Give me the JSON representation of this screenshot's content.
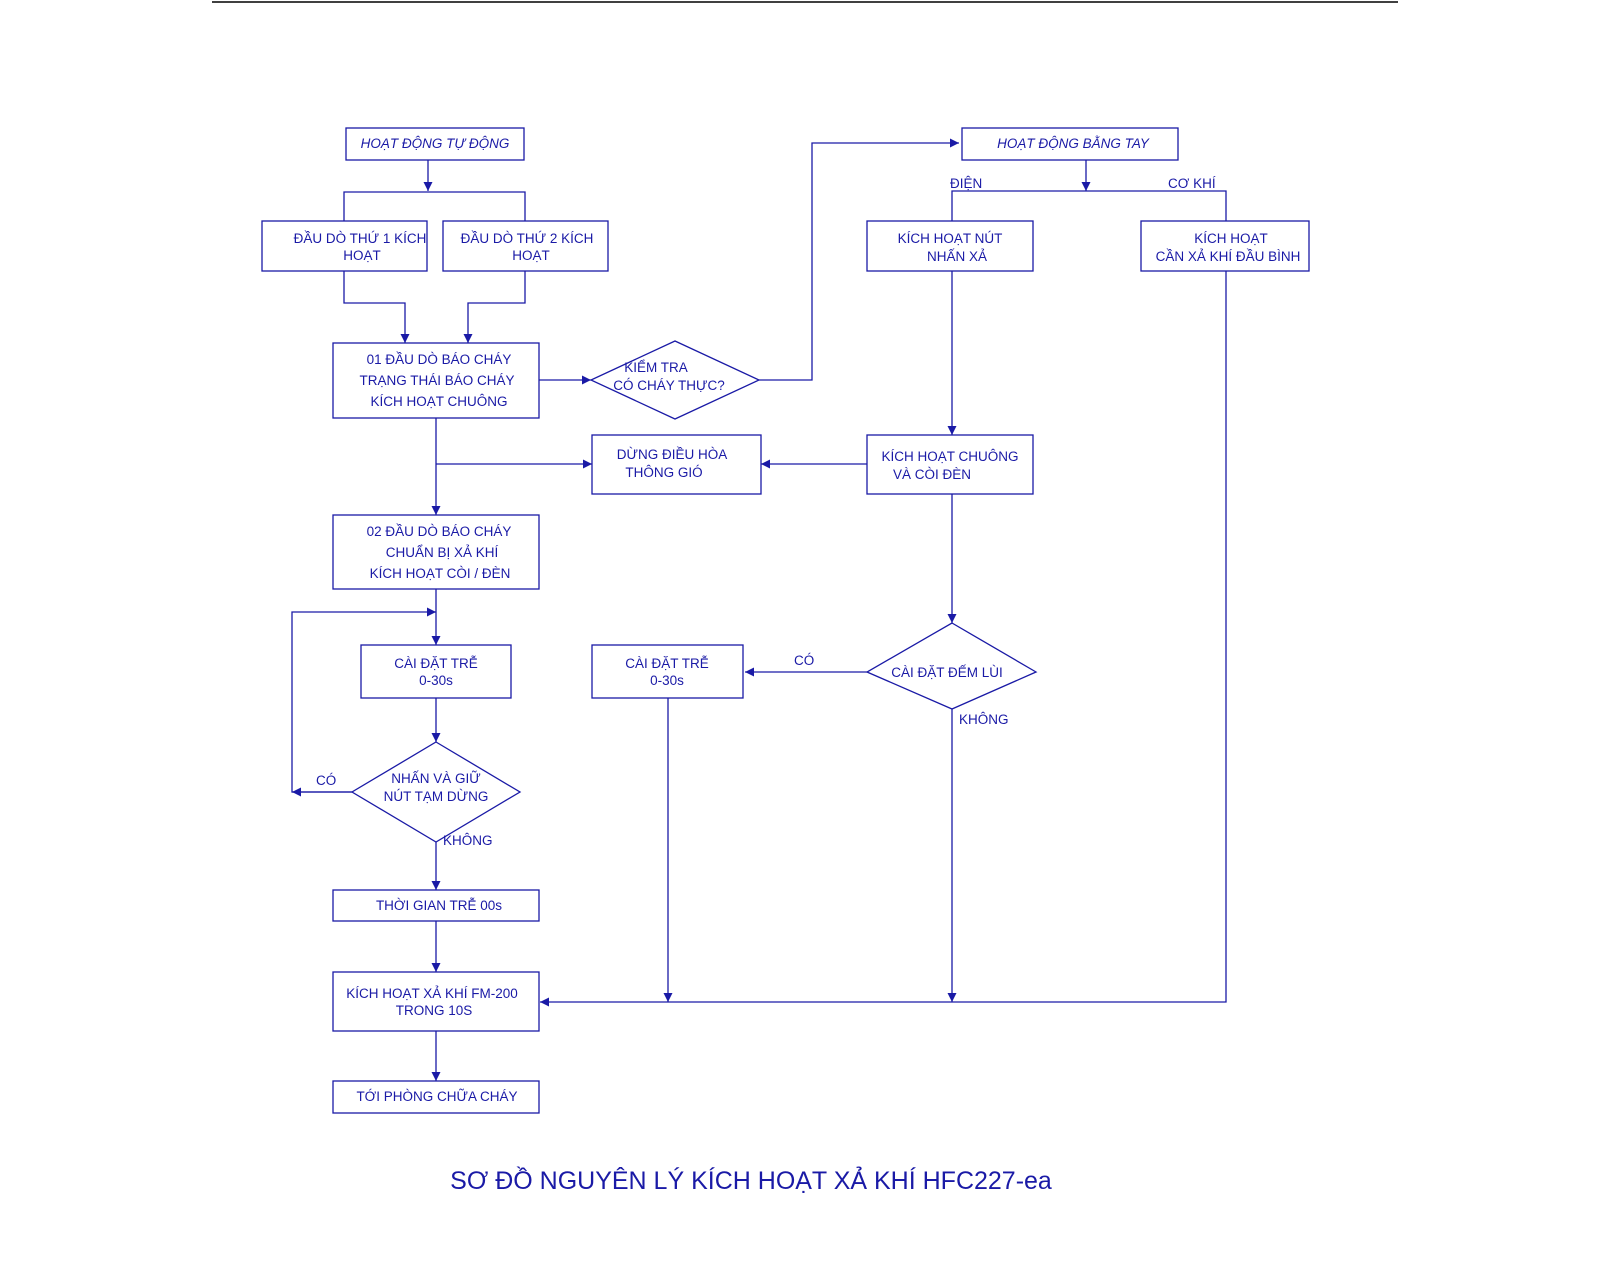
{
  "diagram": {
    "title": "SƠ ĐỒ NGUYÊN LÝ KÍCH HOẠT XẢ KHÍ HFC227-ea",
    "colors": {
      "ink": "#1a1aa6",
      "rule": "#000000",
      "background": "#ffffff"
    },
    "nodes": {
      "auto_mode": [
        "HOẠT ĐỘNG TỰ ĐỘNG"
      ],
      "detector_1": [
        "ĐẦU DÒ THỨ 1 KÍCH",
        "HOẠT"
      ],
      "detector_2": [
        "ĐẦU DÒ THỨ 2 KÍCH",
        "HOẠT"
      ],
      "alarm_01": [
        "01 ĐẦU DÒ BÁO CHÁY",
        "TRẠNG THÁI BÁO CHÁY",
        "KÍCH HOẠT CHUÔNG"
      ],
      "check_fire": [
        "KIỂM TRA",
        "CÓ CHÁY THỰC?"
      ],
      "stop_hvac": [
        "DỪNG ĐIỀU HÒA",
        "THÔNG GIÓ"
      ],
      "alarm_02": [
        "02 ĐẦU DÒ BÁO CHÁY",
        "CHUẨN BỊ XẢ KHÍ",
        "KÍCH HOẠT CÒI / ĐÈN"
      ],
      "delay_left": [
        "CÀI ĐẶT TRỄ",
        "0-30s"
      ],
      "hold_pause": [
        "NHẤN VÀ GIỮ",
        "NÚT TẠM DỪNG"
      ],
      "delay_00": [
        "THỜI GIAN TRỄ 00s"
      ],
      "discharge": [
        "KÍCH HOẠT XẢ KHÍ FM-200",
        "TRONG 10S"
      ],
      "to_room": [
        "TỚI PHÒNG CHỮA CHÁY"
      ],
      "manual_mode": [
        "HOẠT ĐỘNG BẰNG TAY"
      ],
      "press_button": [
        "KÍCH HOẠT NÚT",
        "NHẤN XẢ"
      ],
      "mech_lever": [
        "KÍCH HOẠT",
        "CẦN XẢ KHÍ ĐẦU BÌNH"
      ],
      "bell_lamp": [
        "KÍCH HOẠT CHUÔNG",
        "VÀ CÒI ĐÈN"
      ],
      "countdown": [
        "CÀI ĐẶT ĐẾM LÙI"
      ],
      "delay_mid": [
        "CÀI ĐẶT TRỄ",
        "0-30s"
      ]
    },
    "labels": {
      "dien": "ĐIỆN",
      "co_khi": "CƠ KHÍ",
      "yes_left": "CÓ",
      "no_left": "KHÔNG",
      "yes_right": "CÓ",
      "no_right": "KHÔNG"
    }
  }
}
